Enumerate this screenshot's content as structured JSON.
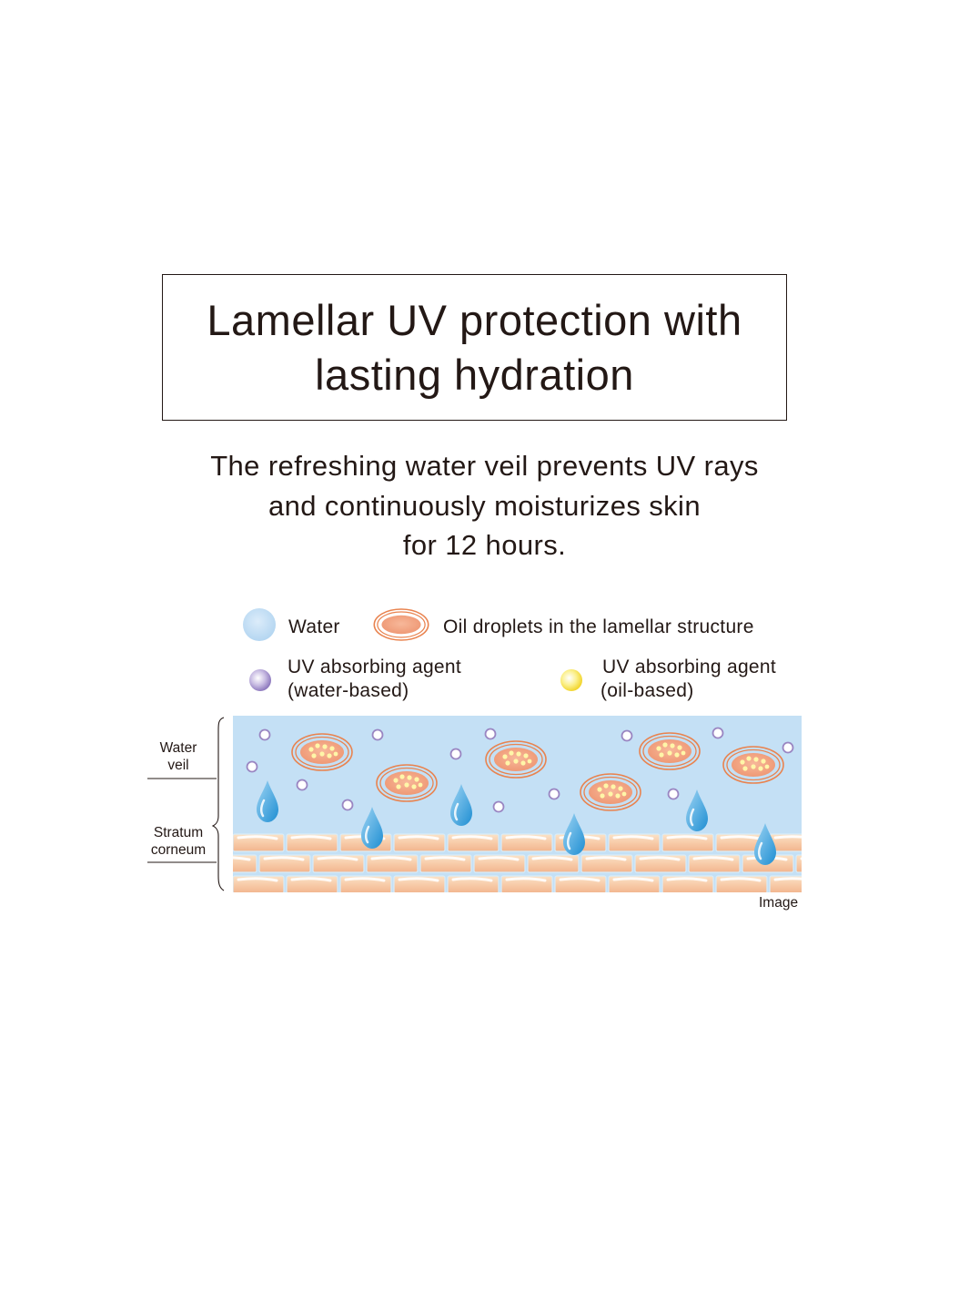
{
  "title": {
    "line1": "Lamellar UV protection with",
    "line2": "lasting hydration"
  },
  "subtitle": {
    "line1": "The refreshing water veil prevents UV rays",
    "line2": "and continuously moisturizes skin",
    "line3": "for 12 hours."
  },
  "legend": {
    "water": "Water",
    "oil_droplets": "Oil droplets in the lamellar structure",
    "uv_water_line1": "UV absorbing agent",
    "uv_water_line2": "(water-based)",
    "uv_oil_line1": "UV absorbing agent",
    "uv_oil_line2": "(oil-based)"
  },
  "labels": {
    "water_veil_line1": "Water",
    "water_veil_line2": "veil",
    "stratum_line1": "Stratum",
    "stratum_line2": "corneum",
    "caption": "Image"
  },
  "colors": {
    "water": "#c4e0f5",
    "oil_ring": "#e9834f",
    "oil_fill": "#f2a283",
    "uv_water": "#9a86c2",
    "uv_oil": "#f7e35a",
    "droplet": "#3aa3dc"
  }
}
